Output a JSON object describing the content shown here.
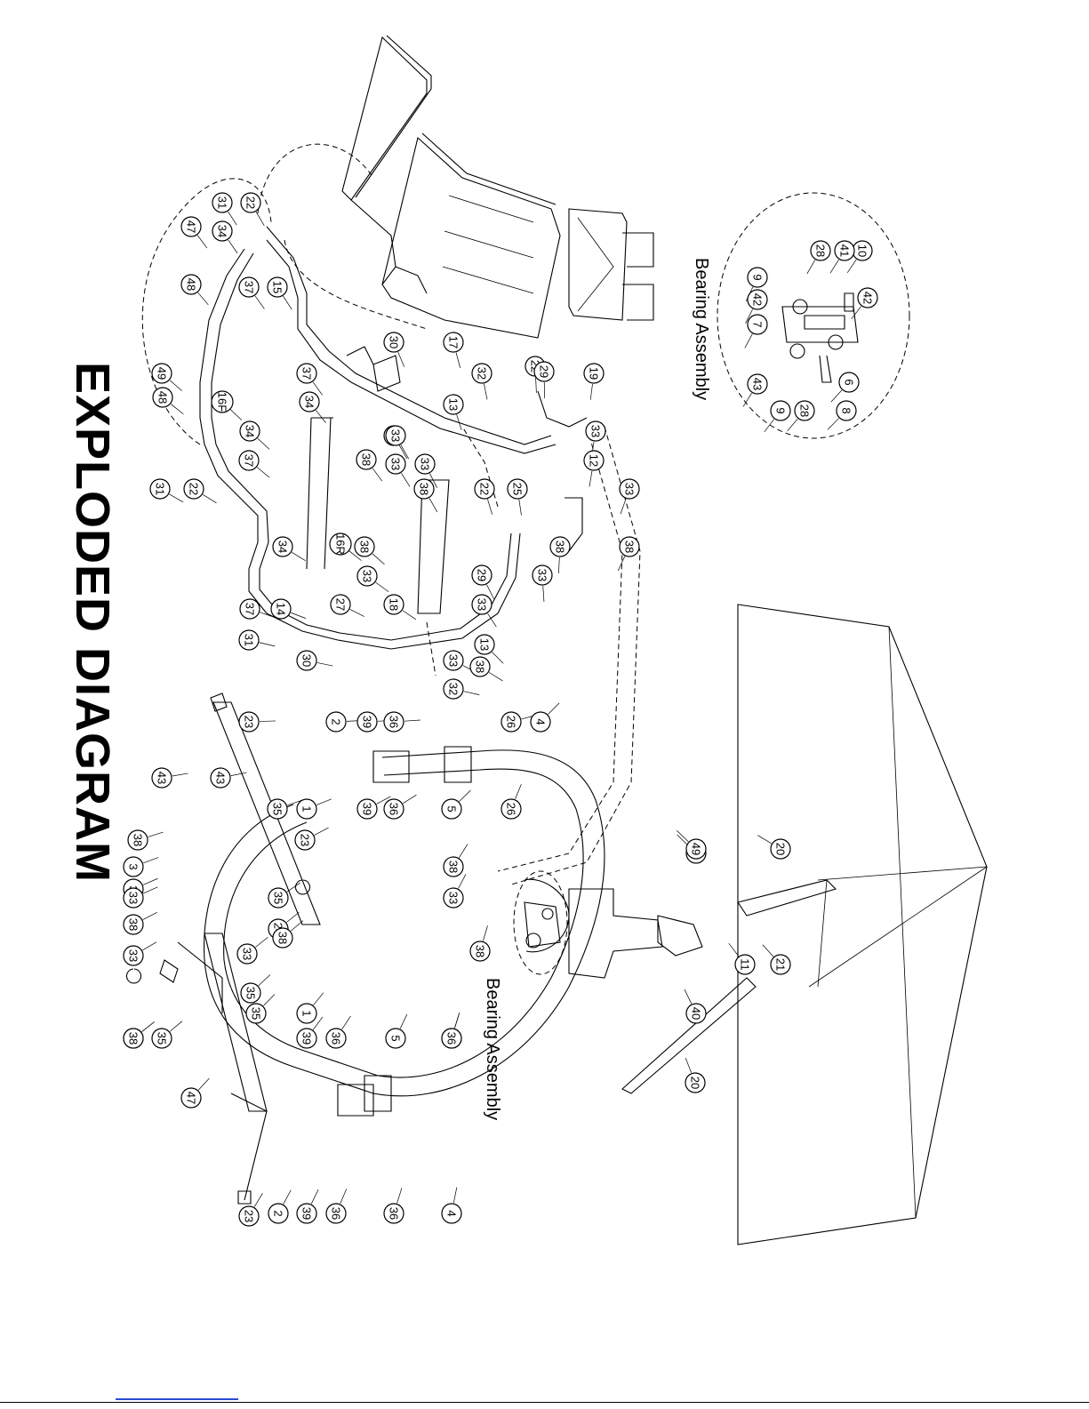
{
  "title": "EXPLODED DIAGRAM",
  "labels": {
    "bearing_assembly_main": "Bearing Assembly",
    "bearing_assembly_inset": "Bearing Assembly"
  },
  "callouts": [
    "1",
    "1",
    "2",
    "2",
    "3",
    "3",
    "4",
    "4",
    "5",
    "5",
    "6",
    "7",
    "8",
    "9",
    "9",
    "10",
    "11",
    "12",
    "13",
    "13",
    "14",
    "15",
    "16F",
    "16R",
    "17",
    "18",
    "19",
    "20",
    "20",
    "21",
    "22",
    "22",
    "22",
    "22",
    "23",
    "23",
    "23",
    "23",
    "24",
    "25",
    "26",
    "26",
    "26",
    "27",
    "27",
    "28",
    "28",
    "29",
    "29",
    "30",
    "30",
    "31",
    "31",
    "31",
    "32",
    "32",
    "33",
    "33",
    "33",
    "33",
    "33",
    "33",
    "33",
    "33",
    "33",
    "33",
    "33",
    "33",
    "33",
    "34",
    "34",
    "34",
    "34",
    "35",
    "35",
    "35",
    "35",
    "35",
    "36",
    "36",
    "36",
    "36",
    "36",
    "36",
    "37",
    "37",
    "37",
    "37",
    "38",
    "38",
    "38",
    "38",
    "38",
    "38",
    "38",
    "38",
    "38",
    "38",
    "38",
    "38",
    "39",
    "39",
    "39",
    "39",
    "39",
    "40",
    "41",
    "42",
    "42",
    "43",
    "43",
    "43",
    "47",
    "47",
    "48",
    "48",
    "49",
    "49"
  ]
}
